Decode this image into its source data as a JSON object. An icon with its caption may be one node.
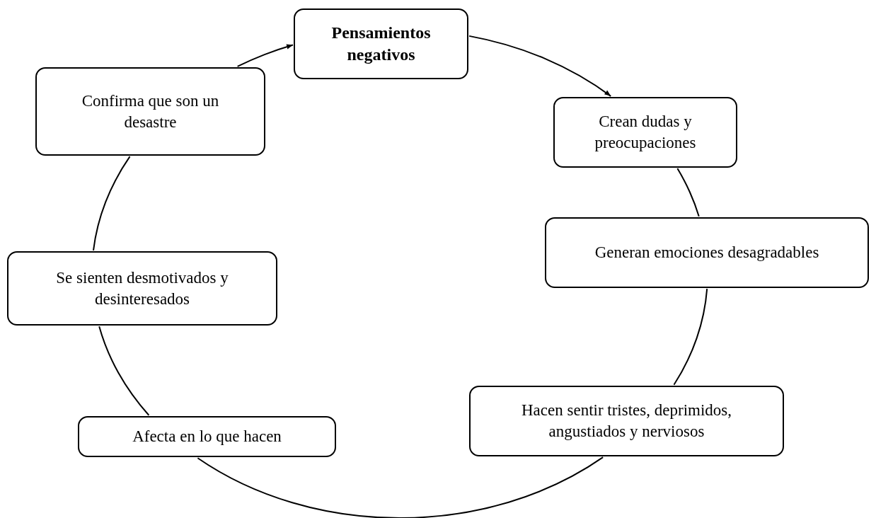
{
  "diagram": {
    "nodes": [
      {
        "text": [
          "Pensamientos negativos"
        ]
      },
      {
        "text": [
          "Crean dudas y preocupaciones"
        ]
      },
      {
        "text": [
          "Generan emociones desagradables"
        ]
      },
      {
        "text": [
          "Hacen sentir tristes, deprimidos, angustiados y nerviosos"
        ]
      },
      {
        "text": [
          "Afecta en lo que hacen"
        ]
      },
      {
        "text": [
          "Se sienten desmotivados y desinteresados"
        ]
      },
      {
        "text": [
          "Confirma que son un desastre"
        ]
      }
    ],
    "edges": [
      {
        "from": 0,
        "to": 1,
        "arrow": "to"
      },
      {
        "from": 1,
        "to": 2,
        "arrow": "none"
      },
      {
        "from": 2,
        "to": 3,
        "arrow": "none"
      },
      {
        "from": 3,
        "to": 4,
        "arrow": "none"
      },
      {
        "from": 4,
        "to": 5,
        "arrow": "none"
      },
      {
        "from": 5,
        "to": 6,
        "arrow": "none"
      },
      {
        "from": 6,
        "to": 0,
        "arrow": "to"
      }
    ]
  }
}
